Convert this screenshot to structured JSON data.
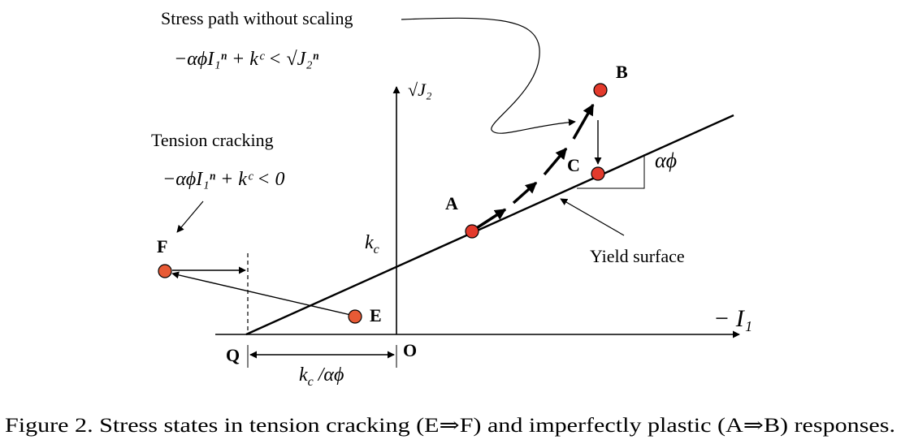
{
  "annotations": {
    "stress_path": "Stress path without scaling",
    "tension_cracking": "Tension cracking",
    "yield_surface": "Yield surface"
  },
  "axes": {
    "x_label": "− I₁",
    "y_label": "√J₂"
  },
  "points": {
    "A": "A",
    "B": "B",
    "C": "C",
    "E": "E",
    "F": "F",
    "O": "O",
    "Q": "Q"
  },
  "symbols": {
    "alpha": "αϕ",
    "kc": "k",
    "kc_over_alpha": "k",
    "kc_over_alpha_tail": " /αϕ",
    "c_sub": "c"
  },
  "equations": {
    "eq_path": "−αϕI₁ⁿ + kᶜ < √J₂ⁿ",
    "eq_tension": "−αϕI₁ⁿ + kᶜ < 0"
  },
  "caption": "Figure 2. Stress states in tension cracking (E⇒F) and imperfectly plastic (A⇒B) responses.",
  "colors": {
    "point_fill": "#e33a2c",
    "point_fill_light": "#e85a35",
    "stroke": "#000000"
  }
}
